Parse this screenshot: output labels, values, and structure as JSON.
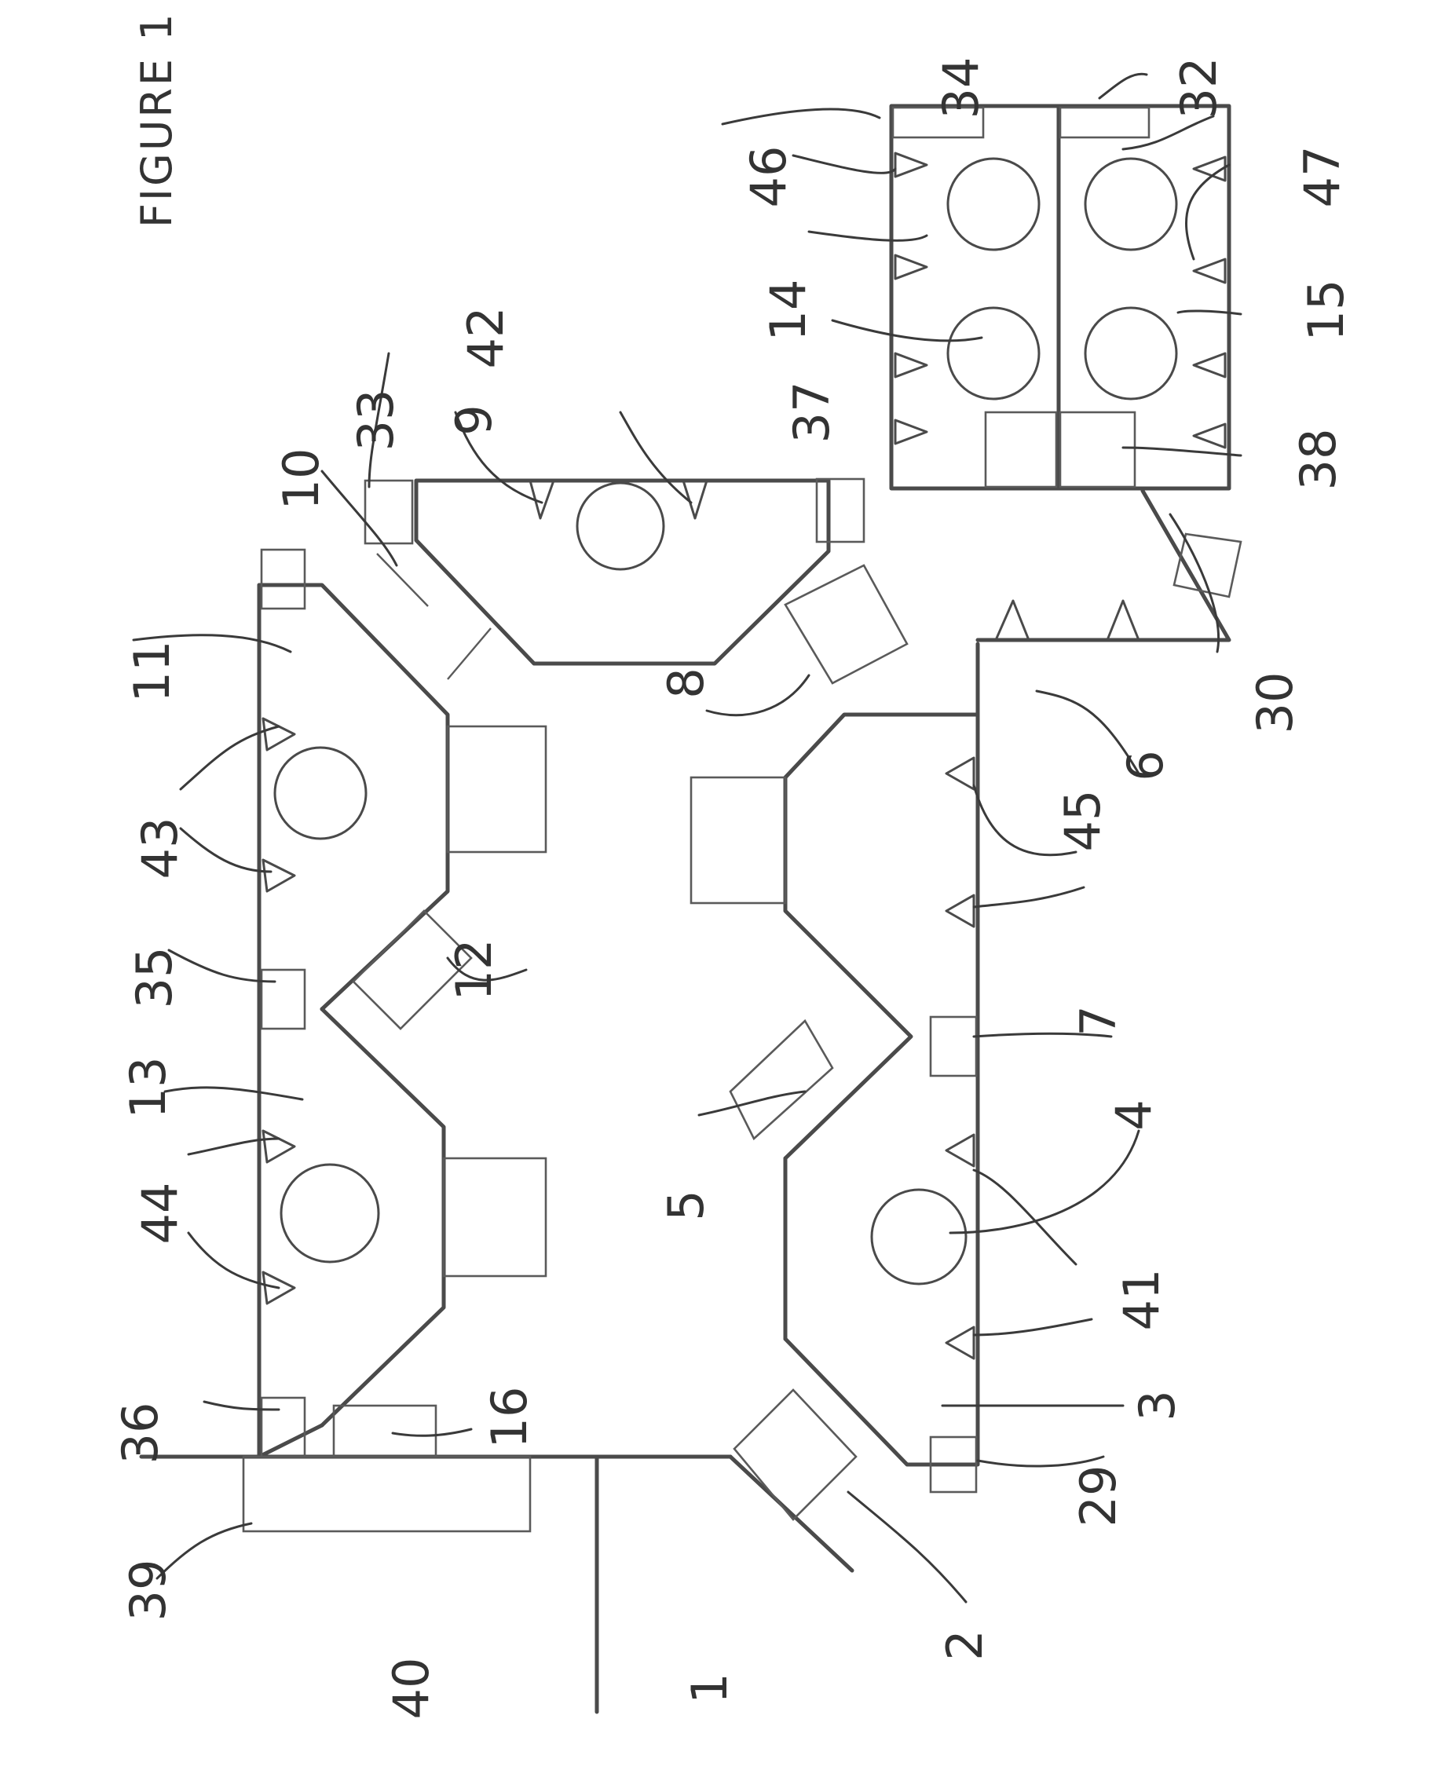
{
  "figure": {
    "title": "FIGURE 1",
    "rotation_deg": -90,
    "reference_numerals": [
      "1",
      "2",
      "3",
      "4",
      "5",
      "6",
      "7",
      "8",
      "9",
      "10",
      "11",
      "12",
      "13",
      "14",
      "15",
      "16",
      "29",
      "30",
      "32",
      "33",
      "34",
      "35",
      "36",
      "37",
      "38",
      "39",
      "40",
      "41",
      "42",
      "43",
      "44",
      "45",
      "46",
      "47"
    ],
    "colors": {
      "ink": "#4a4a4a",
      "paper": "#ffffff"
    }
  }
}
